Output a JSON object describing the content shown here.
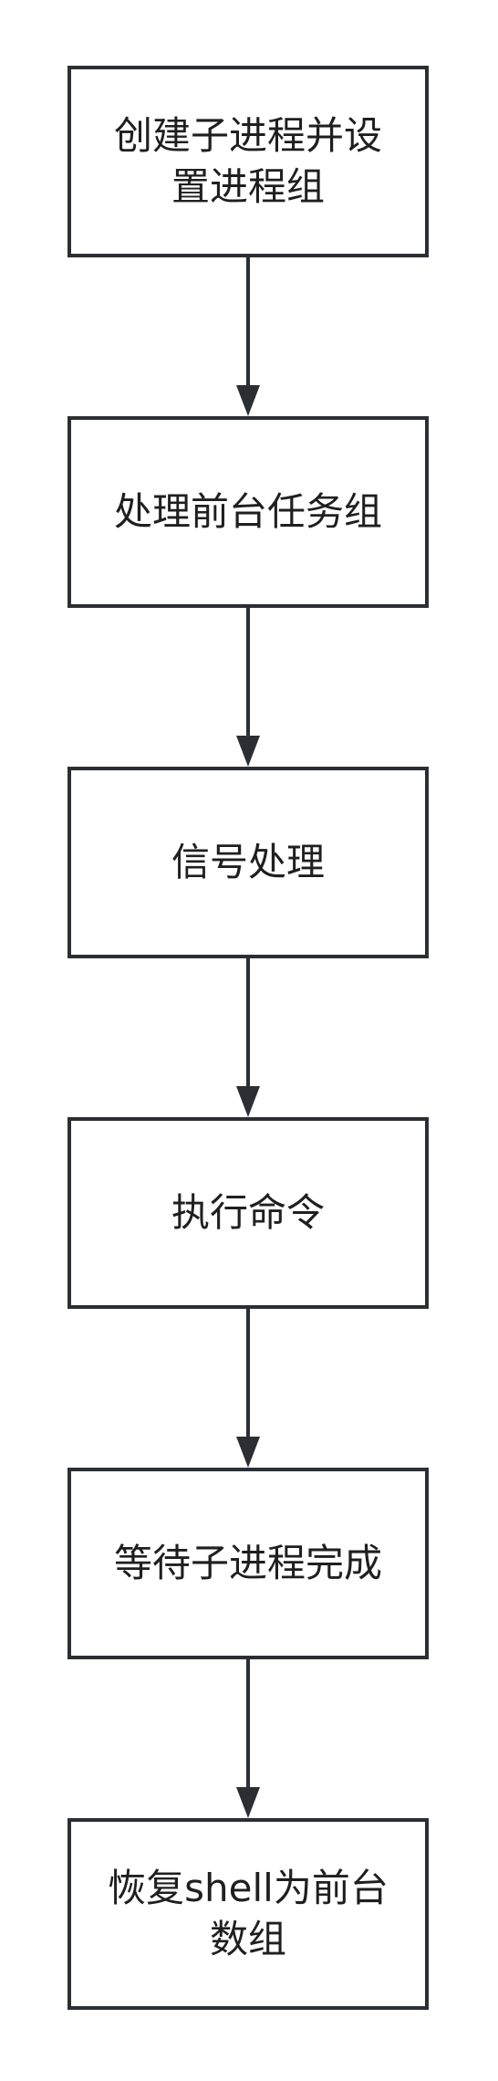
{
  "diagram": {
    "type": "flowchart",
    "colors": {
      "stroke": "#2b2f33",
      "text": "#1f1f1f",
      "background": "#ffffff"
    },
    "nodes": [
      {
        "id": "n1",
        "label": "创建子进程并设置进程组"
      },
      {
        "id": "n2",
        "label": "处理前台任务组"
      },
      {
        "id": "n3",
        "label": "信号处理"
      },
      {
        "id": "n4",
        "label": "执行命令"
      },
      {
        "id": "n5",
        "label": "等待子进程完成"
      },
      {
        "id": "n6",
        "label": "恢复shell为前台数组"
      }
    ],
    "edges": [
      {
        "from": "n1",
        "to": "n2"
      },
      {
        "from": "n2",
        "to": "n3"
      },
      {
        "from": "n3",
        "to": "n4"
      },
      {
        "from": "n4",
        "to": "n5"
      },
      {
        "from": "n5",
        "to": "n6"
      }
    ]
  }
}
